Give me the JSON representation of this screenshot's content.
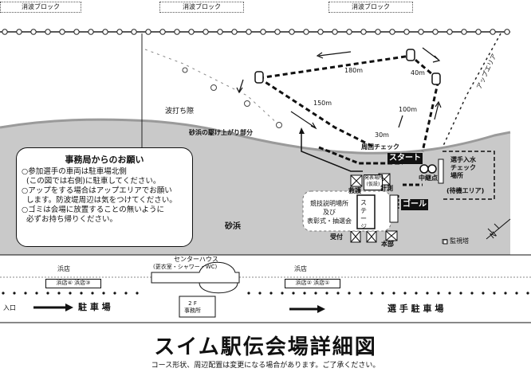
{
  "wave_blocks": [
    "消波ブロック",
    "消波ブロック",
    "消波ブロック"
  ],
  "labels": {
    "wave_edge": "波打ち際",
    "beach_run": "砂浜の駆け上がり部分",
    "course_check": "周回チェック",
    "start": "スタート",
    "dist_180": "180m",
    "dist_150": "150m",
    "dist_40": "40m",
    "dist_100": "100m",
    "dist_30": "30m",
    "up_area": "アップエリア",
    "entry_check": "選手入水\nチェック\n場所",
    "waiting_area": "(待機エリア)",
    "midpoint": "中継点",
    "rescue": "救護",
    "results_place": "発表場所\n(仮設)",
    "timing": "計測",
    "stage": "ステージ",
    "goal": "ゴール",
    "award_info": "競技説明場所\n及び\n表彰式・抽選会",
    "reception": "受付",
    "hq": "本部",
    "sand_beach": "砂浜",
    "watchtower": "□ 監視塔",
    "beach_shop": "浜店",
    "beach_shop2": "浜店",
    "shop_group_left": "浜店④ 浜店③",
    "shop_group_right": "浜店② 浜店①",
    "center_house": "センターハウス",
    "center_house_sub": "(更衣室・シャワー・WC)",
    "second_floor": "2 F\n事務所",
    "entrance": "入口",
    "parking": "駐 車 場",
    "athlete_parking": "選 手 駐 車 場"
  },
  "notice": {
    "title": "事務局からのお願い",
    "items": [
      "○参加選手の車両は駐車場北側",
      "  (この図では右側)に駐車してください。",
      "○アップをする場合はアップエリアでお願い",
      "  します。防波堤周辺は気をつけてください。",
      "○ゴミは会場に放置することの無いように",
      "  必ずお持ち帰りください。"
    ]
  },
  "title": "スイム駅伝会場詳細図",
  "subtitle": "コース形状、周辺配置は変更になる場合があります。ご了承ください。"
}
